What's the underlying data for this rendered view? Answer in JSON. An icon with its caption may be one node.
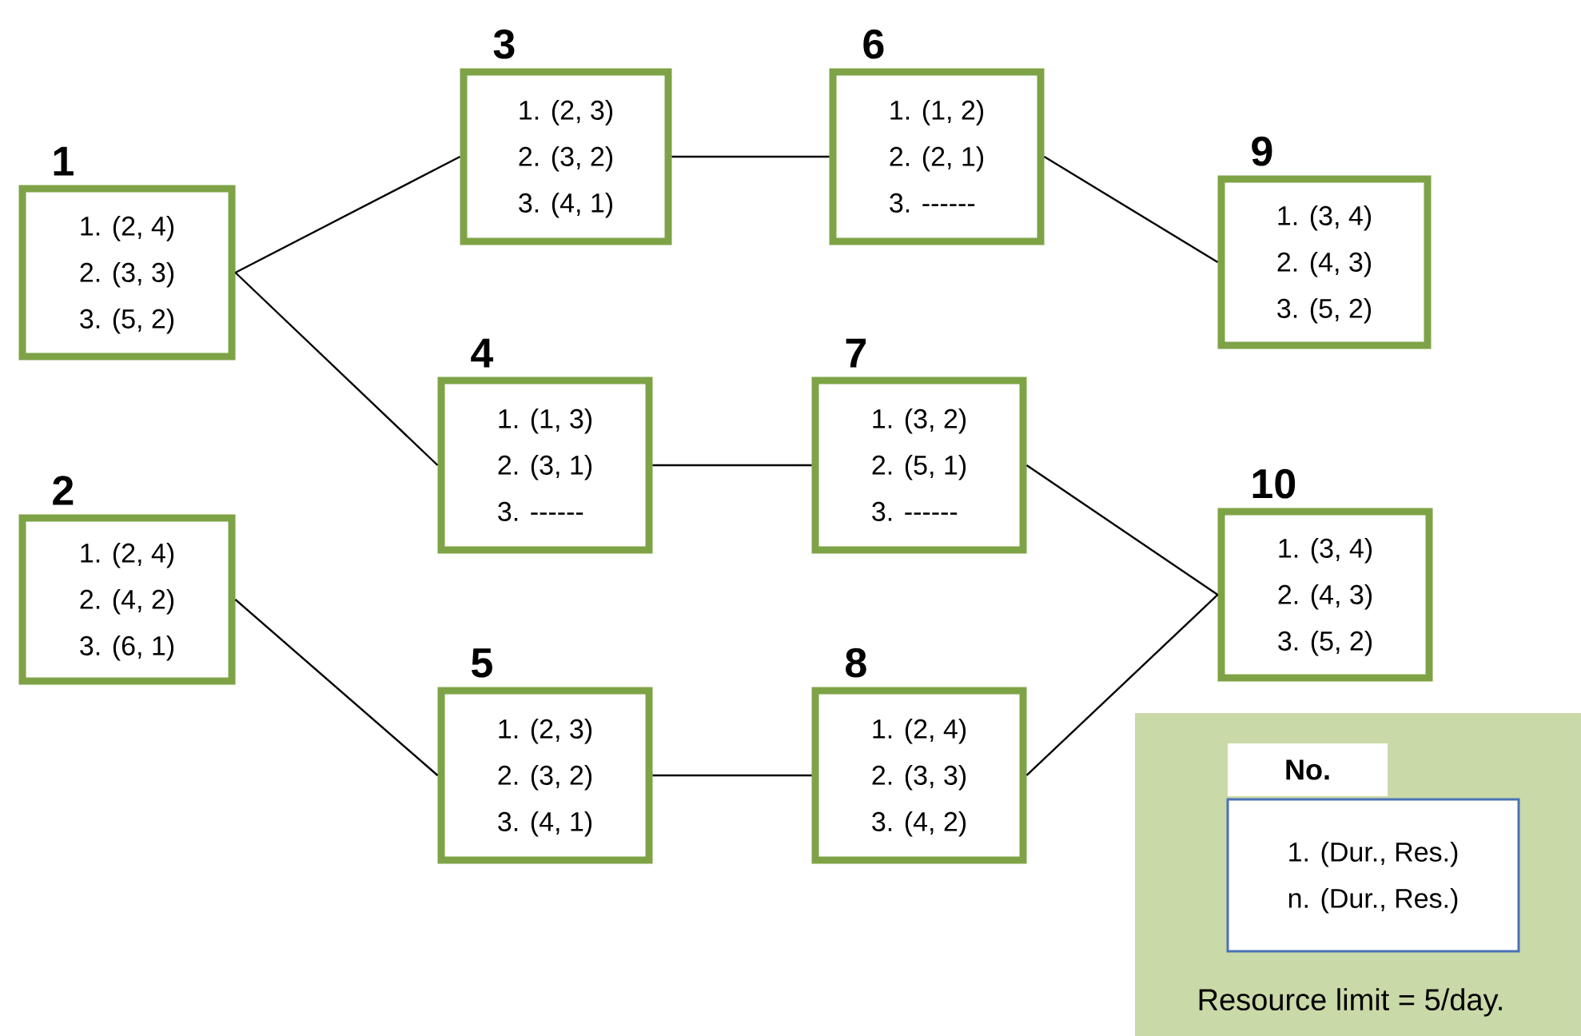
{
  "diagram": {
    "nodes": [
      {
        "text": [
          "1",
          "1. (2, 4)",
          "2. (3, 3)",
          "3. (5, 2)"
        ]
      },
      {
        "text": [
          "2",
          "1. (2, 4)",
          "2. (4, 2)",
          "3. (6, 1)"
        ]
      },
      {
        "text": [
          "3",
          "1. (2, 3)",
          "2. (3, 2)",
          "3. (4, 1)"
        ]
      },
      {
        "text": [
          "4",
          "1. (1, 3)",
          "2. (3, 1)",
          "3. ------"
        ]
      },
      {
        "text": [
          "5",
          "1. (2, 3)",
          "2. (3, 2)",
          "3. (4, 1)"
        ]
      },
      {
        "text": [
          "6",
          "1. (1, 2)",
          "2. (2, 1)",
          "3. ------"
        ]
      },
      {
        "text": [
          "7",
          "1. (3, 2)",
          "2. (5, 1)",
          "3. ------"
        ]
      },
      {
        "text": [
          "8",
          "1. (2, 4)",
          "2. (3, 3)",
          "3. (4, 2)"
        ]
      },
      {
        "text": [
          "9",
          "1. (3, 4)",
          "2. (4, 3)",
          "3. (5, 2)"
        ]
      },
      {
        "text": [
          "10",
          "1. (3, 4)",
          "2. (4, 3)",
          "3. (5, 2)"
        ]
      },
      {
        "text": [
          "Resource limit = 5/day."
        ]
      },
      {
        "text": [
          "No."
        ],
        "in": 10
      },
      {
        "text": [
          "1. (Dur., Res.)",
          "n. (Dur., Res.)"
        ],
        "in": 10
      }
    ],
    "edges": [
      {
        "from": 0,
        "to": 2,
        "arrow": "none"
      },
      {
        "from": 0,
        "to": 3,
        "arrow": "none"
      },
      {
        "from": 1,
        "to": 4,
        "arrow": "none"
      },
      {
        "from": 2,
        "to": 5,
        "arrow": "none"
      },
      {
        "from": 3,
        "to": 6,
        "arrow": "none"
      },
      {
        "from": 4,
        "to": 7,
        "arrow": "none"
      },
      {
        "from": 5,
        "to": 8,
        "arrow": "none"
      },
      {
        "from": 6,
        "to": 9,
        "arrow": "none"
      },
      {
        "from": 7,
        "to": 9,
        "arrow": "none"
      }
    ]
  }
}
